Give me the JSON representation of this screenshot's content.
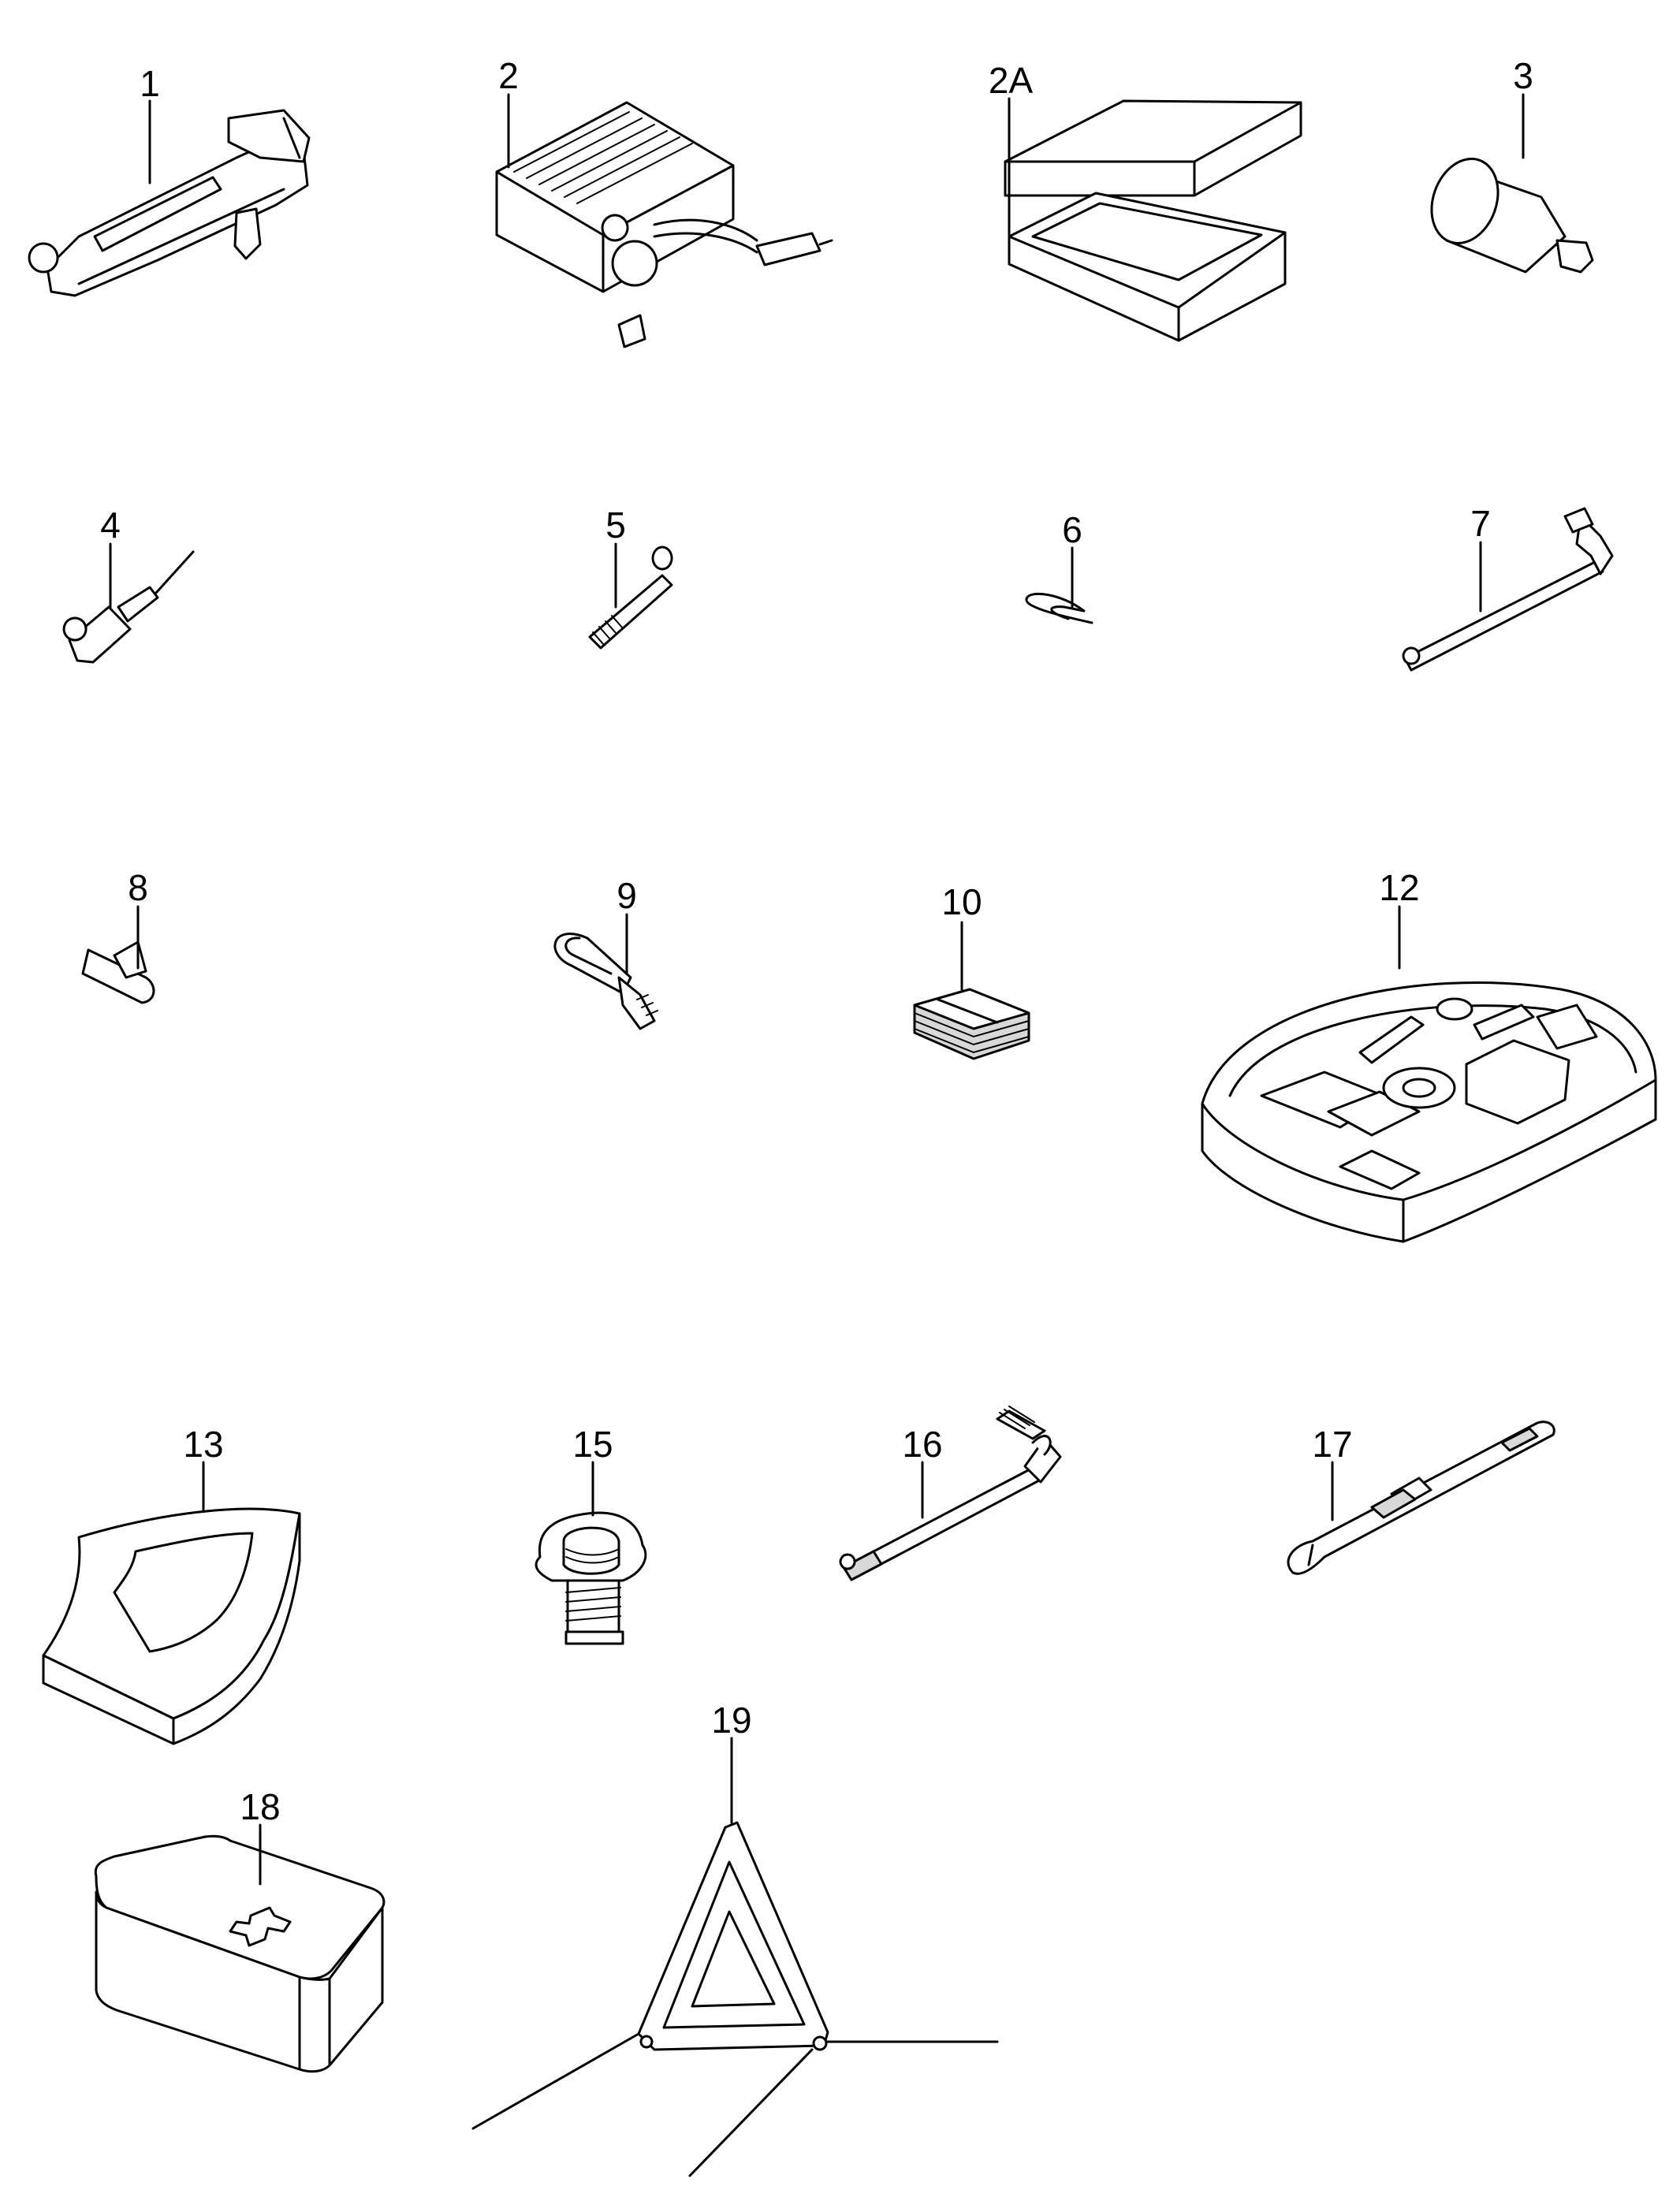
{
  "callouts": {
    "p1": "1",
    "p2": "2",
    "p2a": "2A",
    "p3": "3",
    "p4": "4",
    "p5": "5",
    "p6": "6",
    "p7": "7",
    "p8": "8",
    "p9": "9",
    "p10": "10",
    "p12": "12",
    "p13": "13",
    "p15": "15",
    "p16": "16",
    "p17": "17",
    "p18": "18",
    "p19": "19"
  },
  "icons": {
    "p1": "car-jack-icon",
    "p2": "tyre-inflator-compressor-icon",
    "p2a": "storage-box-icon",
    "p3": "sealant-bottle-icon",
    "p4": "screwdriver-icon",
    "p5": "threaded-pin-icon",
    "p6": "retaining-clip-icon",
    "p7": "wheel-bolt-wrench-icon",
    "p8": "u-clip-icon",
    "p9": "towing-eye-icon",
    "p10": "sticker-pack-icon",
    "p12": "tool-tray-insert-icon",
    "p13": "foam-wedge-insert-icon",
    "p15": "wing-nut-bolt-icon",
    "p16": "crank-handle-icon",
    "p17": "hook-tool-icon",
    "p18": "first-aid-kit-icon",
    "p19": "warning-triangle-icon"
  }
}
